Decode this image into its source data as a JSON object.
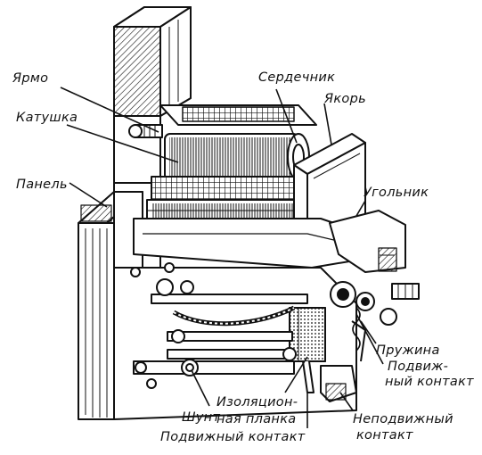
{
  "labels": {
    "yarmo": "Ярмо",
    "katushka": "Катушка",
    "panel": "Панель",
    "serdechnik": "Сердечник",
    "yakor": "Якорь",
    "ugolnik": "Угольник",
    "pruzhina": "Пружина",
    "podvizh_right_1": "Подвиж-",
    "podvizh_right_2": "ный контакт",
    "nepodvizh_1": "Неподвижный",
    "nepodvizh_2": "контакт",
    "shunt": "Шунт",
    "izol_1": "Изоляцион-",
    "izol_2": "ная планка",
    "podvizh_bottom": "Подвижный контакт"
  },
  "colors": {
    "ink": "#111111",
    "paper": "#ffffff"
  }
}
